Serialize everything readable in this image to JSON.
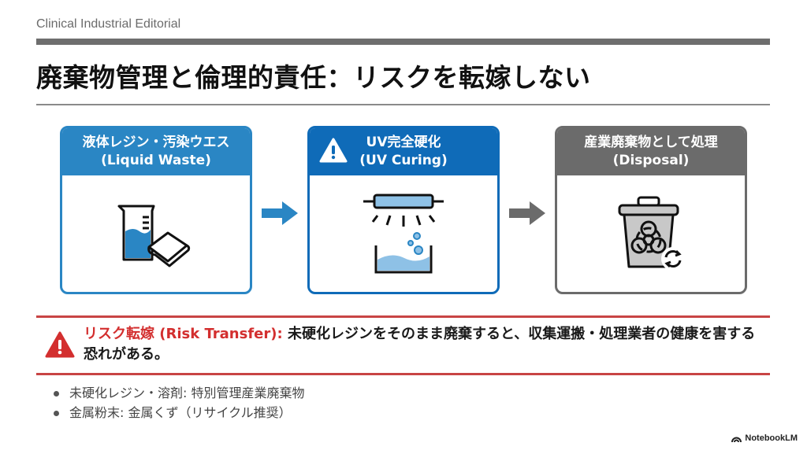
{
  "header": {
    "kicker": "Clinical Industrial Editorial",
    "title": "廃棄物管理と倫理的責任：リスクを転嫁しない"
  },
  "flow": [
    {
      "title_ja": "液体レジン・汚染ウエス",
      "title_en": "(Liquid Waste)",
      "icon": "beaker-and-rag-icon",
      "color": "#2a86c4"
    },
    {
      "title_ja": "UV完全硬化",
      "title_en": "(UV Curing)",
      "icon": "uv-lamp-curing-icon",
      "color": "#0f6bb8",
      "badge": "warning-icon"
    },
    {
      "title_ja": "産業廃棄物として処理",
      "title_en": "(Disposal)",
      "icon": "biohazard-bin-icon",
      "color": "#6b6b6b"
    }
  ],
  "arrows": [
    {
      "color": "#2a86c4"
    },
    {
      "color": "#6b6b6b"
    }
  ],
  "risk": {
    "label": "リスク転嫁 (Risk Transfer):",
    "text": "未硬化レジンをそのまま廃棄すると、収集運搬・処理業者の健康を害する恐れがある。",
    "color": "#d32f2f",
    "icon": "warning-icon"
  },
  "bullets": [
    "未硬化レジン・溶剤: 特別管理産業廃棄物",
    "金属粉末: 金属くず（リサイクル推奨）"
  ],
  "brand": {
    "name": "NotebookLM",
    "icon": "notebooklm-logo-icon"
  }
}
